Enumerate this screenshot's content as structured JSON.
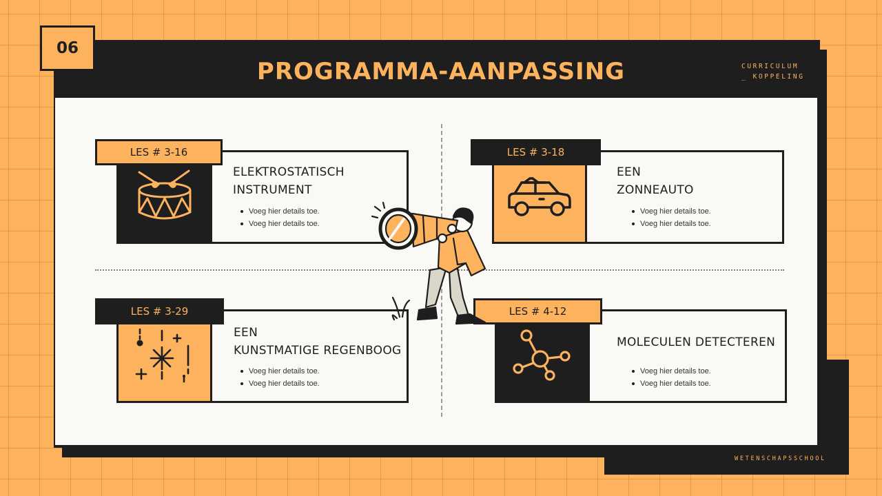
{
  "page_number": "06",
  "title": "PROGRAMMA-AANPASSING",
  "top_right_tag": [
    "CURRICULUM",
    "_ KOPPELING"
  ],
  "footer_label": "WETENSCHAPSSCHOOL",
  "colors": {
    "accent": "#FDB35E",
    "dark": "#1E1E1E",
    "panel": "#FBF9F5"
  },
  "cards": [
    {
      "lesson": "LES # 3-16",
      "title": "ELEKTROSTATISCH\nINSTRUMENT",
      "icon": "drum-icon",
      "bullets": [
        "Voeg hier details toe.",
        "Voeg hier details toe."
      ]
    },
    {
      "lesson": "LES # 3-18",
      "title": "EEN\nZONNEAUTO",
      "icon": "car-icon",
      "bullets": [
        "Voeg hier details toe.",
        "Voeg hier details toe."
      ]
    },
    {
      "lesson": "LES # 3-29",
      "title": "EEN\nKUNSTMATIGE REGENBOOG",
      "icon": "sparkle-icon",
      "bullets": [
        "Voeg hier details toe.",
        "Voeg hier details toe."
      ]
    },
    {
      "lesson": "LES # 4-12",
      "title": "MOLECULEN DETECTEREN",
      "icon": "molecule-icon",
      "bullets": [
        "Voeg hier details toe.",
        "Voeg hier details toe."
      ]
    }
  ],
  "illustration": "person-with-telescope"
}
